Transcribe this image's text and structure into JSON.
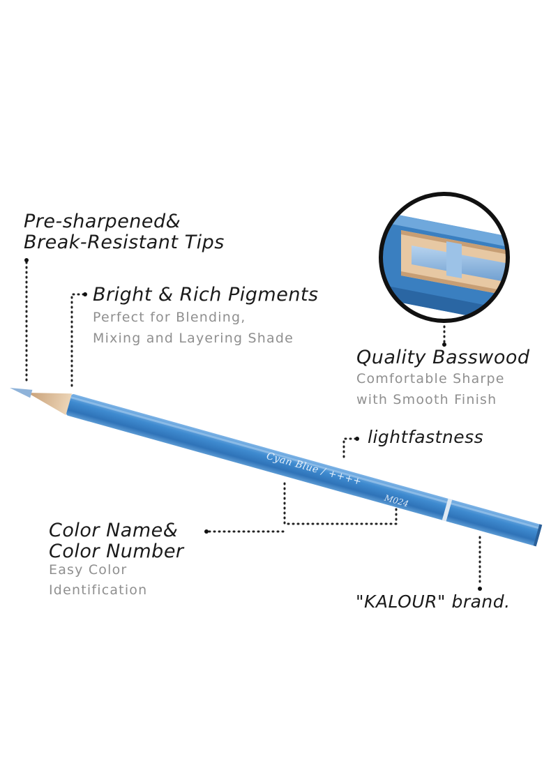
{
  "callouts": {
    "tips": {
      "title_line1": "Pre-sharpened&",
      "title_line2": "Break-Resistant Tips"
    },
    "pigments": {
      "title": "Bright & Rich Pigments",
      "sub_line1": "Perfect for Blending,",
      "sub_line2": "Mixing and Layering Shade"
    },
    "basswood": {
      "title": "Quality Basswood",
      "sub_line1": "Comfortable Sharpe",
      "sub_line2": "with Smooth Finish"
    },
    "lightfastness": {
      "title": "lightfastness"
    },
    "color_name": {
      "title_line1": "Color Name&",
      "title_line2": "Color Number",
      "sub_line1": "Easy Color",
      "sub_line2": "Identification"
    },
    "brand": {
      "title": "\"KALOUR\" brand."
    }
  },
  "pencil": {
    "imprint_name": "Cyan Blue / ++++",
    "imprint_code": "M024",
    "body_color": "#3d86c6",
    "tip_color": "#8fb3d9",
    "wood_color": "#e3c7a3"
  },
  "colors": {
    "title": "#1a1a1a",
    "subtitle": "#8f8f8f",
    "dots": "#222222"
  }
}
